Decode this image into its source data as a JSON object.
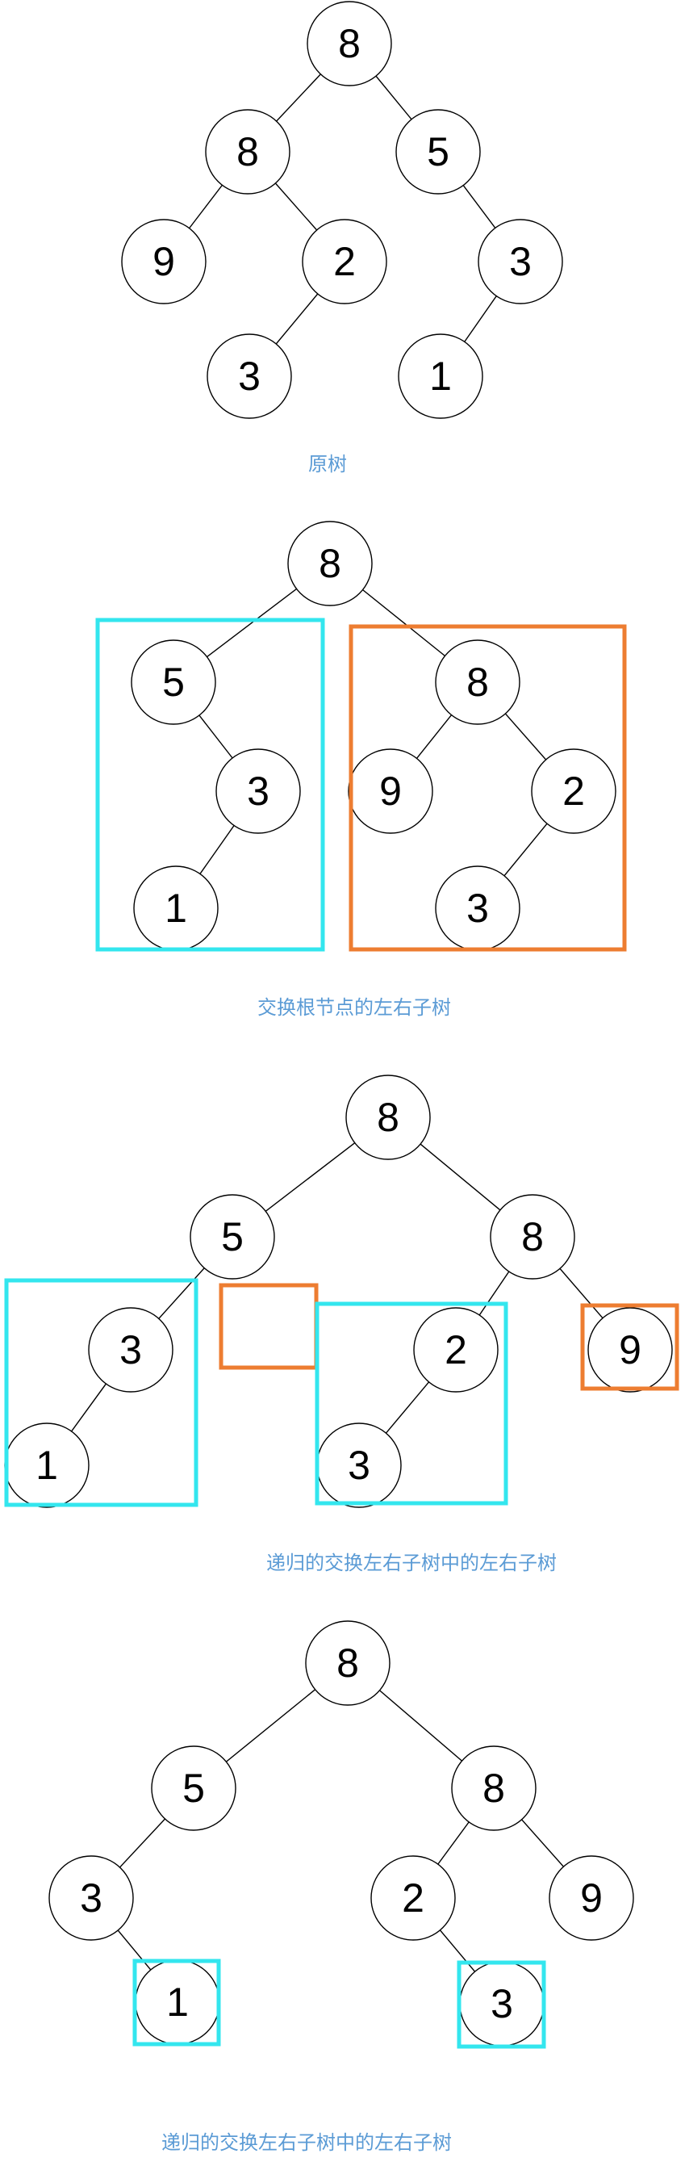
{
  "colors": {
    "caption": "#5b9bd5",
    "highlight_cyan": "#33e6ee",
    "highlight_orange": "#ed7d31"
  },
  "panels": [
    {
      "caption": "原树",
      "nodes": [
        {
          "id": "p1-root",
          "value": "8"
        },
        {
          "id": "p1-l",
          "value": "8"
        },
        {
          "id": "p1-r",
          "value": "5"
        },
        {
          "id": "p1-ll",
          "value": "9"
        },
        {
          "id": "p1-lr",
          "value": "2"
        },
        {
          "id": "p1-rr",
          "value": "3"
        },
        {
          "id": "p1-lrl",
          "value": "3"
        },
        {
          "id": "p1-rrl",
          "value": "1"
        }
      ]
    },
    {
      "caption": "交换根节点的左右子树",
      "nodes": [
        {
          "id": "p2-root",
          "value": "8"
        },
        {
          "id": "p2-l",
          "value": "5"
        },
        {
          "id": "p2-lr",
          "value": "3"
        },
        {
          "id": "p2-lrl",
          "value": "1"
        },
        {
          "id": "p2-r",
          "value": "8"
        },
        {
          "id": "p2-rl",
          "value": "9"
        },
        {
          "id": "p2-rr",
          "value": "2"
        },
        {
          "id": "p2-rrl",
          "value": "3"
        }
      ]
    },
    {
      "caption": "递归的交换左右子树中的左右子树",
      "nodes": [
        {
          "id": "p3-root",
          "value": "8"
        },
        {
          "id": "p3-l",
          "value": "5"
        },
        {
          "id": "p3-r",
          "value": "8"
        },
        {
          "id": "p3-ll",
          "value": "3"
        },
        {
          "id": "p3-lll",
          "value": "1"
        },
        {
          "id": "p3-rl",
          "value": "2"
        },
        {
          "id": "p3-rll",
          "value": "3"
        },
        {
          "id": "p3-rr",
          "value": "9"
        }
      ]
    },
    {
      "caption": "递归的交换左右子树中的左右子树",
      "nodes": [
        {
          "id": "p4-root",
          "value": "8"
        },
        {
          "id": "p4-l",
          "value": "5"
        },
        {
          "id": "p4-r",
          "value": "8"
        },
        {
          "id": "p4-ll",
          "value": "3"
        },
        {
          "id": "p4-llr",
          "value": "1"
        },
        {
          "id": "p4-rl",
          "value": "2"
        },
        {
          "id": "p4-rlr",
          "value": "3"
        },
        {
          "id": "p4-rr",
          "value": "9"
        }
      ]
    }
  ]
}
